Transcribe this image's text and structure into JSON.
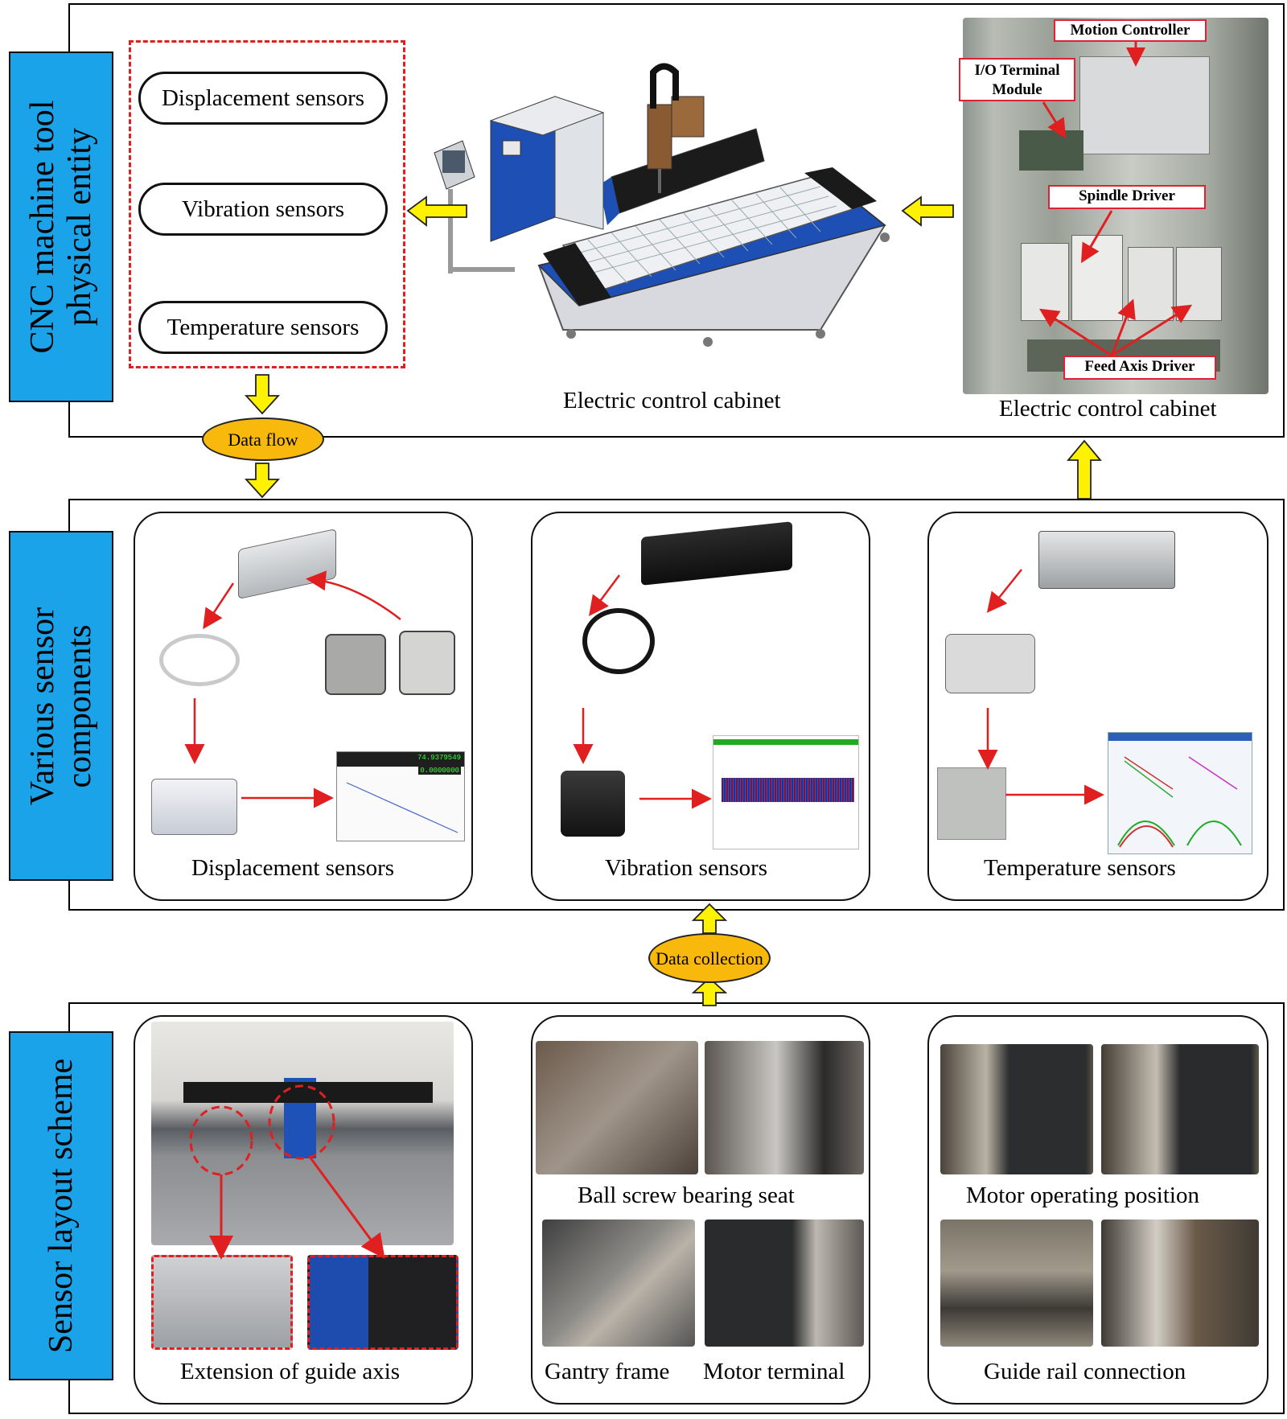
{
  "colors": {
    "side_tab": "#1aa3e8",
    "flow_oval": "#f8b80c",
    "flow_arrow": "#fff200",
    "red_annotation": "#e02020"
  },
  "sections": {
    "physical": {
      "label": "CNC machine tool physical entity",
      "sensor_list": [
        "Displacement sensors",
        "Vibration sensors",
        "Temperature sensors"
      ],
      "machine_caption": "Electric control cabinet",
      "cabinet_caption": "Electric control cabinet",
      "cabinet_tags": {
        "motion_controller": "Motion Controller",
        "io_terminal": "I/O Terminal Module",
        "spindle_driver": "Spindle Driver",
        "feed_axis_driver": "Feed Axis Driver"
      }
    },
    "components": {
      "label": "Various sensor components",
      "panels": [
        "Displacement sensors",
        "Vibration sensors",
        "Temperature sensors"
      ],
      "displacement_readout": [
        "74.9379549",
        "0.0000000"
      ]
    },
    "layout": {
      "label": "Sensor layout scheme",
      "captions": {
        "guide_axis": "Extension of guide axis",
        "ball_screw": "Ball screw bearing seat",
        "gantry": "Gantry frame",
        "motor_terminal": "Motor terminal",
        "motor_position": "Motor operating position",
        "guide_rail": "Guide rail connection"
      }
    }
  },
  "flows": {
    "data_flow": "Data flow",
    "data_collection": "Data collection"
  }
}
